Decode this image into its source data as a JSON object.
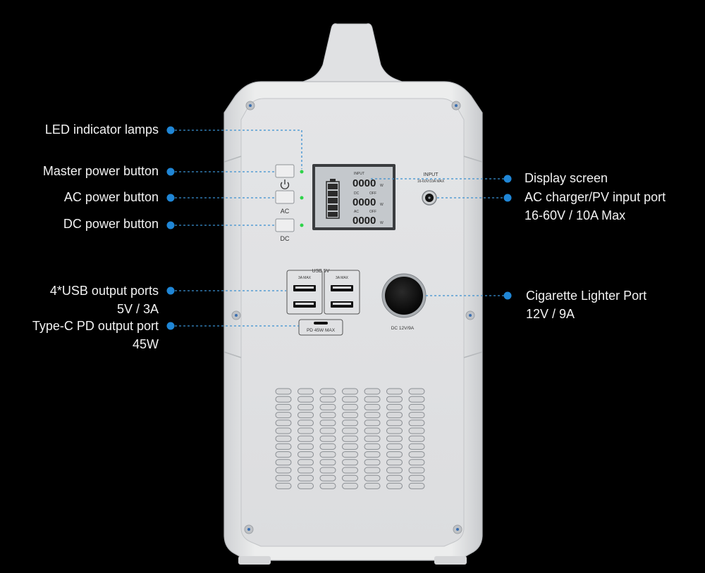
{
  "callouts": {
    "led_indicator": "LED indicator lamps",
    "master_power": "Master power button",
    "ac_power": "AC power button",
    "dc_power": "DC power button",
    "usb_ports": "4*USB output ports",
    "usb_spec": "5V / 3A",
    "typec_port": "Type-C PD output port",
    "typec_spec": "45W",
    "display": "Display screen",
    "ac_input": "AC charger/PV input port",
    "ac_input_spec": "16-60V / 10A Max",
    "cigarette": "Cigarette Lighter Port",
    "cigarette_spec": "12V / 9A"
  },
  "device": {
    "ac_label": "AC",
    "dc_label": "DC",
    "input_label": "INPUT",
    "input_spec": "16-60V/10A MAX",
    "usb_header": "USB 5V",
    "usb_left": "3A MAX",
    "usb_right": "3A MAX",
    "pd_label": "PD 45W MAX",
    "dc_port_label": "DC 12V/9A",
    "lcd_input": "INPUT",
    "lcd_dc": "DC",
    "lcd_off1": "OFF",
    "lcd_ac": "AC",
    "lcd_off2": "OFF",
    "lcd_digits": "0000",
    "lcd_unit": "W"
  },
  "colors": {
    "background": "#000000",
    "body": "#e6e7e9",
    "callout_dot": "#1f86d6",
    "callout_line": "#3a8fd0",
    "led": "#2ed34a",
    "lcd": "#c4c8cc"
  }
}
